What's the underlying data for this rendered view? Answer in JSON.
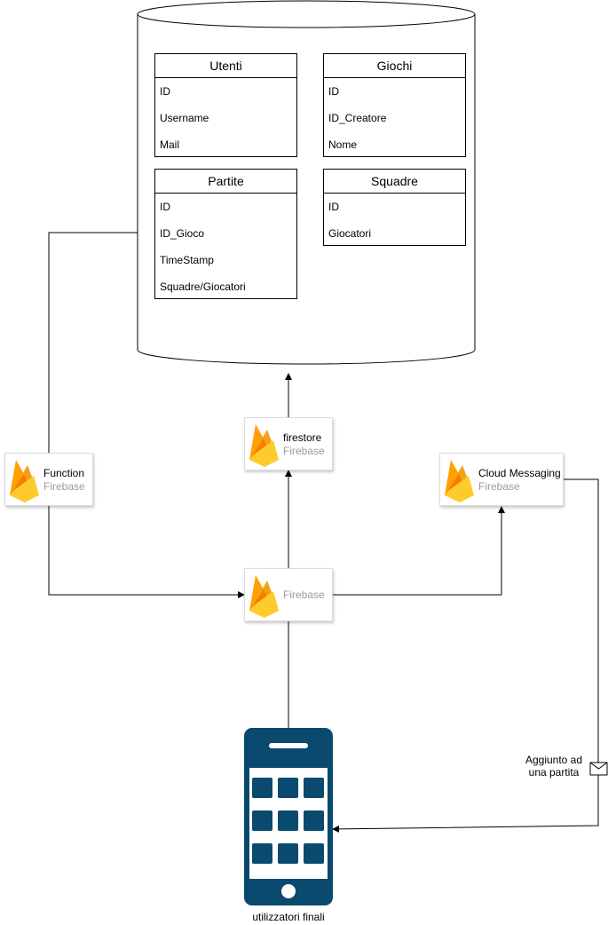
{
  "tables": [
    {
      "id": "utenti",
      "title": "Utenti",
      "fields": [
        "ID",
        "Username",
        "Mail"
      ]
    },
    {
      "id": "giochi",
      "title": "Giochi",
      "fields": [
        "ID",
        "ID_Creatore",
        "Nome"
      ]
    },
    {
      "id": "partite",
      "title": "Partite",
      "fields": [
        "ID",
        "ID_Gioco",
        "TimeStamp",
        "Squadre/Giocatori"
      ]
    },
    {
      "id": "squadre",
      "title": "Squadre",
      "fields": [
        "ID",
        "Giocatori"
      ]
    }
  ],
  "services": {
    "firestore": {
      "name": "firestore",
      "provider": "Firebase",
      "icon": "firebase-flame-icon"
    },
    "function": {
      "name": "Function",
      "provider": "Firebase",
      "icon": "firebase-flame-icon"
    },
    "cloud_messaging": {
      "name": "Cloud Messaging",
      "provider": "Firebase",
      "icon": "firebase-flame-icon"
    },
    "firebase": {
      "name": "Firebase",
      "icon": "firebase-flame-icon"
    }
  },
  "message_label": {
    "line1": "Aggiunto ad",
    "line2": "una partita",
    "icon": "envelope-icon"
  },
  "device": {
    "label": "utilizzatori finali",
    "icon": "smartphone-icon"
  },
  "colors": {
    "line": "#000000",
    "phone": "#0b4a6f",
    "flame_dark": "#f4a017",
    "flame_mid": "#ffa000",
    "flame_light": "#ffcb2b",
    "provider_text": "#9a9a9a"
  }
}
